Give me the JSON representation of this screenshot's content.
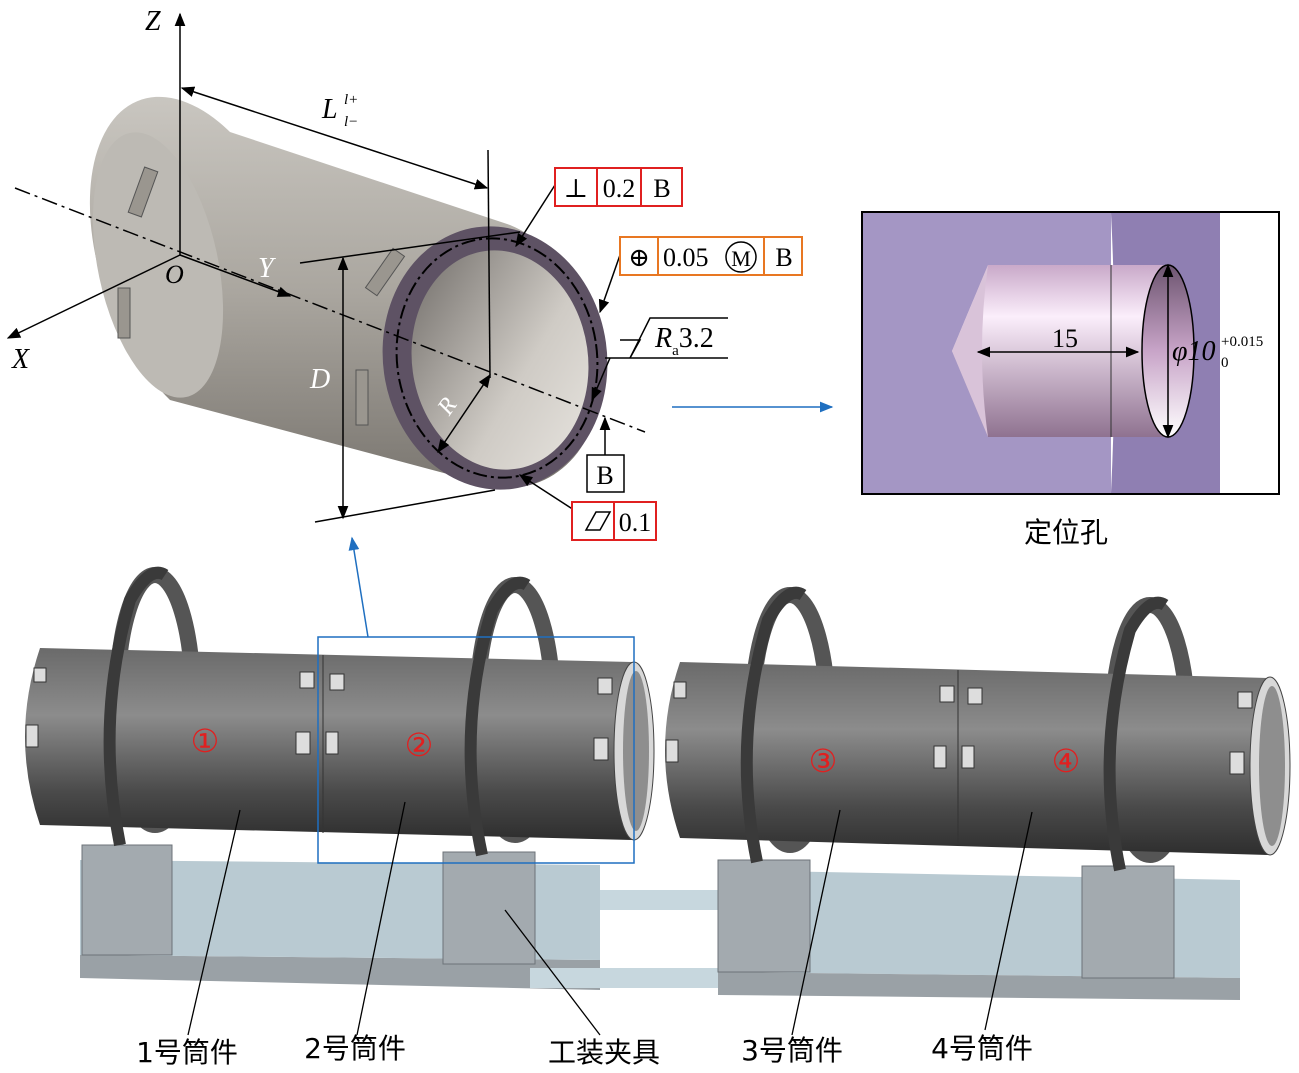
{
  "axes": {
    "z": "Z",
    "y": "Y",
    "x": "X",
    "origin": "O"
  },
  "dimensions": {
    "length": "L",
    "length_sup": "l+",
    "length_sub": "l−",
    "diameter": "D",
    "radius": "R"
  },
  "tolerances": {
    "perpendicularity": {
      "symbol": "⊥",
      "value": "0.2",
      "datum": "B",
      "color": "#e02020"
    },
    "position": {
      "symbol": "⊕",
      "value": "0.05",
      "modifier": "M",
      "datum": "B",
      "color": "#e87722"
    },
    "flatness": {
      "symbol": "▱",
      "value": "0.1",
      "color": "#e02020"
    },
    "roughness": {
      "symbol": "R",
      "sub": "a",
      "value": "3.2"
    },
    "datum_label": "B"
  },
  "detail": {
    "depth": "15",
    "diameter": "φ10",
    "upper_tol": "+0.015",
    "lower_tol": "0",
    "caption": "定位孔"
  },
  "segments": [
    {
      "number": "①",
      "label": "1号筒件"
    },
    {
      "number": "②",
      "label": "2号筒件"
    },
    {
      "number": "③",
      "label": "3号筒件"
    },
    {
      "number": "④",
      "label": "4号筒件"
    }
  ],
  "fixture_label": "工装夹具",
  "colors": {
    "arrow": "#1f6fc0",
    "number": "#e02020"
  }
}
